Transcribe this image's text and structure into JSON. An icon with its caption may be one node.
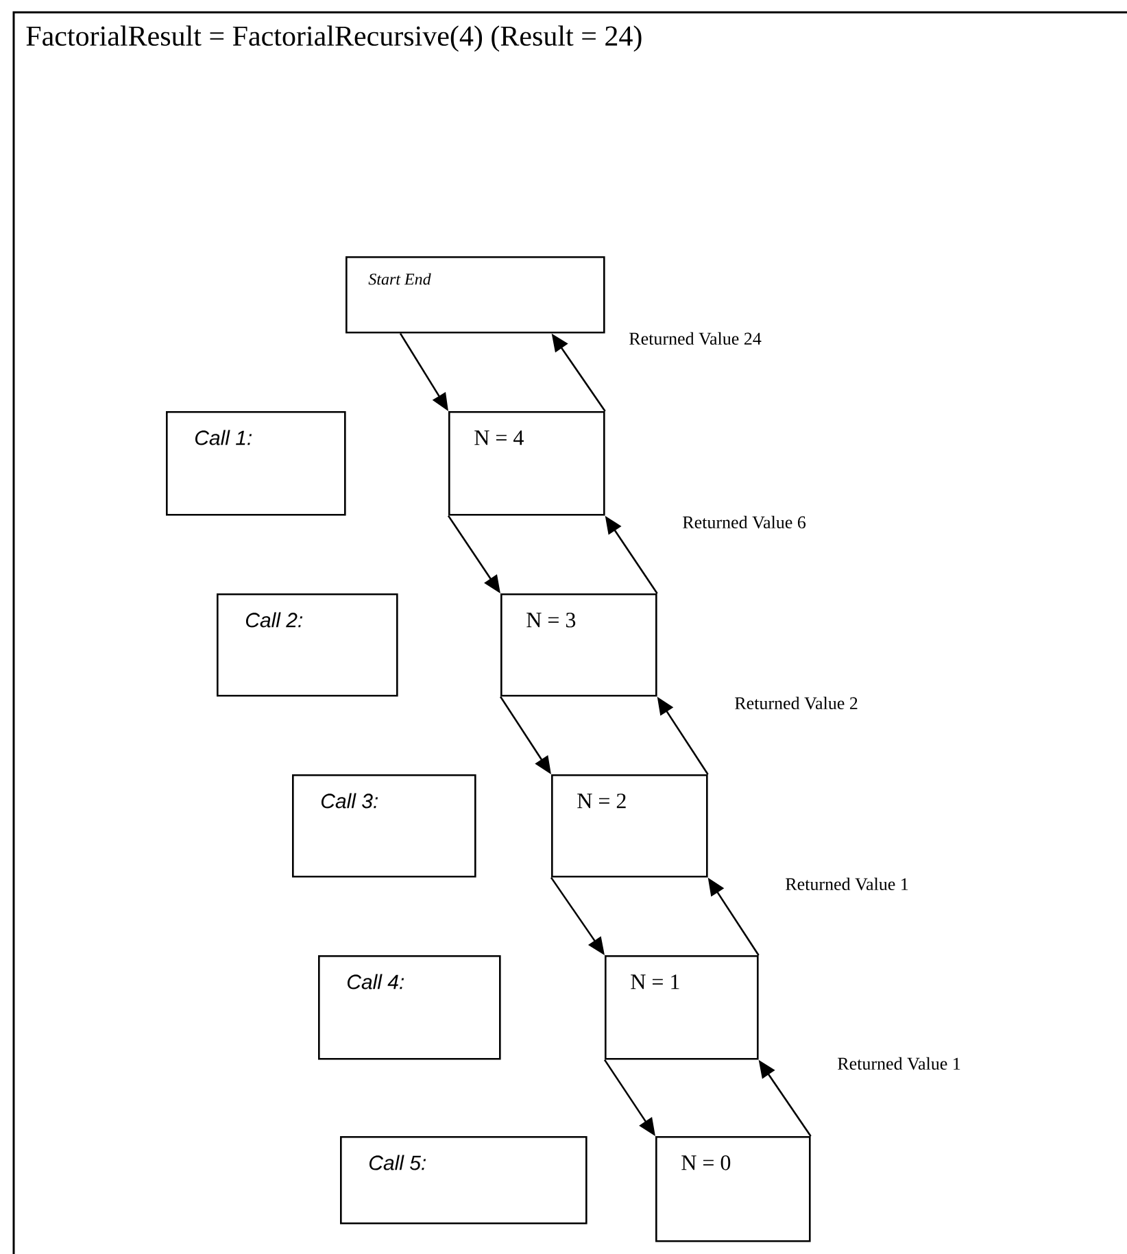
{
  "diagram": {
    "title": "FactorialResult = FactorialRecursive(4)    (Result = 24)",
    "nodes": [
      {
        "text": [
          "Start End"
        ]
      },
      {
        "text": [
          "Call 1:"
        ]
      },
      {
        "text": [
          "N = 4"
        ]
      },
      {
        "text": [
          "Call 2:"
        ]
      },
      {
        "text": [
          "N = 3"
        ]
      },
      {
        "text": [
          "Call 3:"
        ]
      },
      {
        "text": [
          "N = 2"
        ]
      },
      {
        "text": [
          "Call 4:"
        ]
      },
      {
        "text": [
          "N = 1"
        ]
      },
      {
        "text": [
          "Call 5:"
        ]
      },
      {
        "text": [
          "N = 0"
        ]
      }
    ],
    "edges": [
      {
        "from": 0,
        "to": 2,
        "arrow": "to"
      },
      {
        "from": 2,
        "to": 0,
        "arrow": "to",
        "label": "Returned Value 24"
      },
      {
        "from": 2,
        "to": 4,
        "arrow": "to"
      },
      {
        "from": 4,
        "to": 2,
        "arrow": "to",
        "label": "Returned Value 6"
      },
      {
        "from": 4,
        "to": 6,
        "arrow": "to"
      },
      {
        "from": 6,
        "to": 4,
        "arrow": "to",
        "label": "Returned Value 2"
      },
      {
        "from": 6,
        "to": 8,
        "arrow": "to"
      },
      {
        "from": 8,
        "to": 6,
        "arrow": "to",
        "label": "Returned Value 1"
      },
      {
        "from": 8,
        "to": 10,
        "arrow": "to"
      },
      {
        "from": 10,
        "to": 8,
        "arrow": "to",
        "label": "Returned Value 1"
      }
    ]
  }
}
